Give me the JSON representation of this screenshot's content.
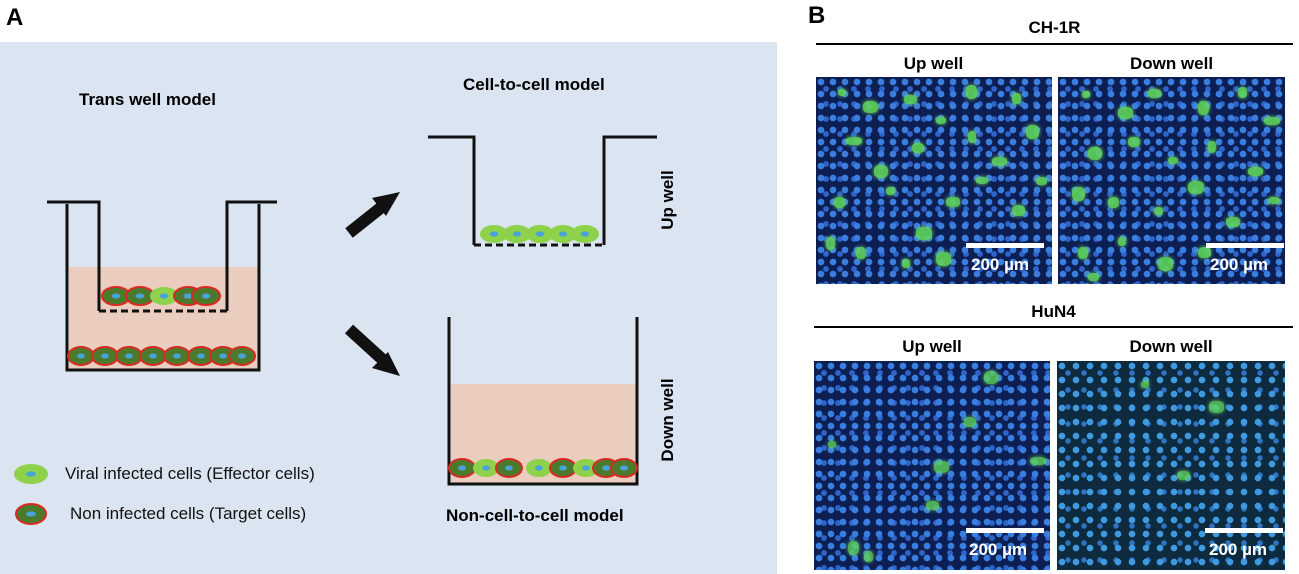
{
  "panel_a": {
    "letter": "A",
    "trans_well_title": "Trans well model",
    "cell_to_cell_title": "Cell-to-cell model",
    "non_cell_to_cell_title": "Non-cell-to-cell model",
    "up_well_label": "Up well",
    "down_well_label": "Down well",
    "legend": {
      "effector": "Viral infected cells (Effector cells)",
      "target": "Non infected cells (Target cells)"
    },
    "colors": {
      "background": "#dbe4f1",
      "medium": "#ebcdc0",
      "effector_cell": "#8ed14a",
      "target_cell": "#4c7a2c",
      "target_outline": "#d82a20",
      "nucleus": "#4aa3d8"
    }
  },
  "panel_b": {
    "letter": "B",
    "groups": [
      {
        "title": "CH-1R",
        "columns": [
          "Up well",
          "Down well"
        ],
        "scale_labels": [
          "200 µm",
          "200 µm"
        ]
      },
      {
        "title": "HuN4",
        "columns": [
          "Up well",
          "Down well"
        ],
        "scale_labels": [
          "200 µm",
          "200 µm"
        ]
      }
    ]
  }
}
